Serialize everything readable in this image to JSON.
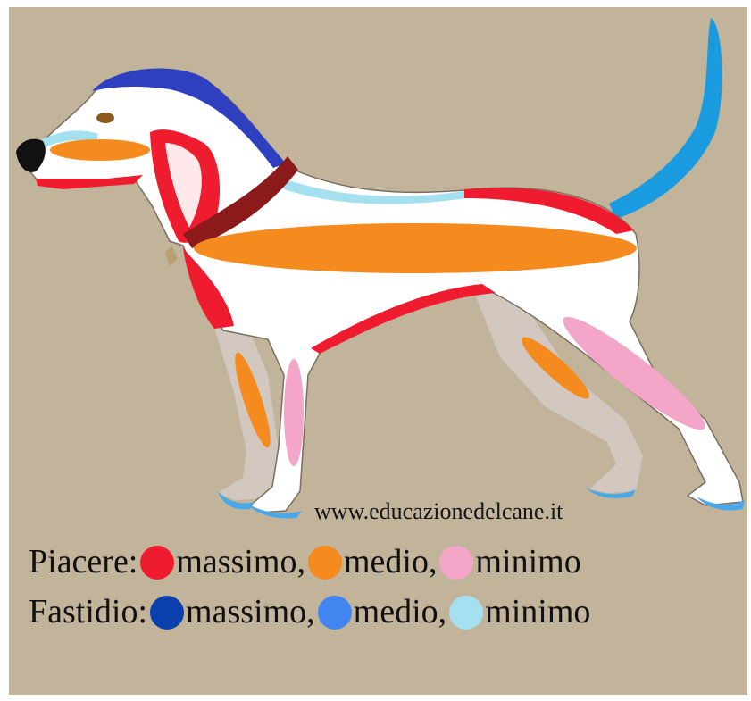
{
  "website": "www.educazionedelcane.it",
  "legend": {
    "piacere": {
      "label": "Piacere:",
      "items": [
        {
          "text": "massimo,",
          "color": "#ee1c2e"
        },
        {
          "text": "medio,",
          "color": "#f58a1f"
        },
        {
          "text": "minimo",
          "color": "#f4a6c9"
        }
      ]
    },
    "fastidio": {
      "label": "Fastidio:",
      "items": [
        {
          "text": "massimo,",
          "color": "#0b3fae"
        },
        {
          "text": "medio,",
          "color": "#4285f0"
        },
        {
          "text": "minimo",
          "color": "#a5e0f0"
        }
      ]
    }
  },
  "colors": {
    "background": "#c2b49a",
    "body": "#ffffff",
    "collar": "#8b1a1a",
    "leg_shadow": "#d2c8c0",
    "nose": "#111111",
    "eye": "#8a5a1e"
  }
}
